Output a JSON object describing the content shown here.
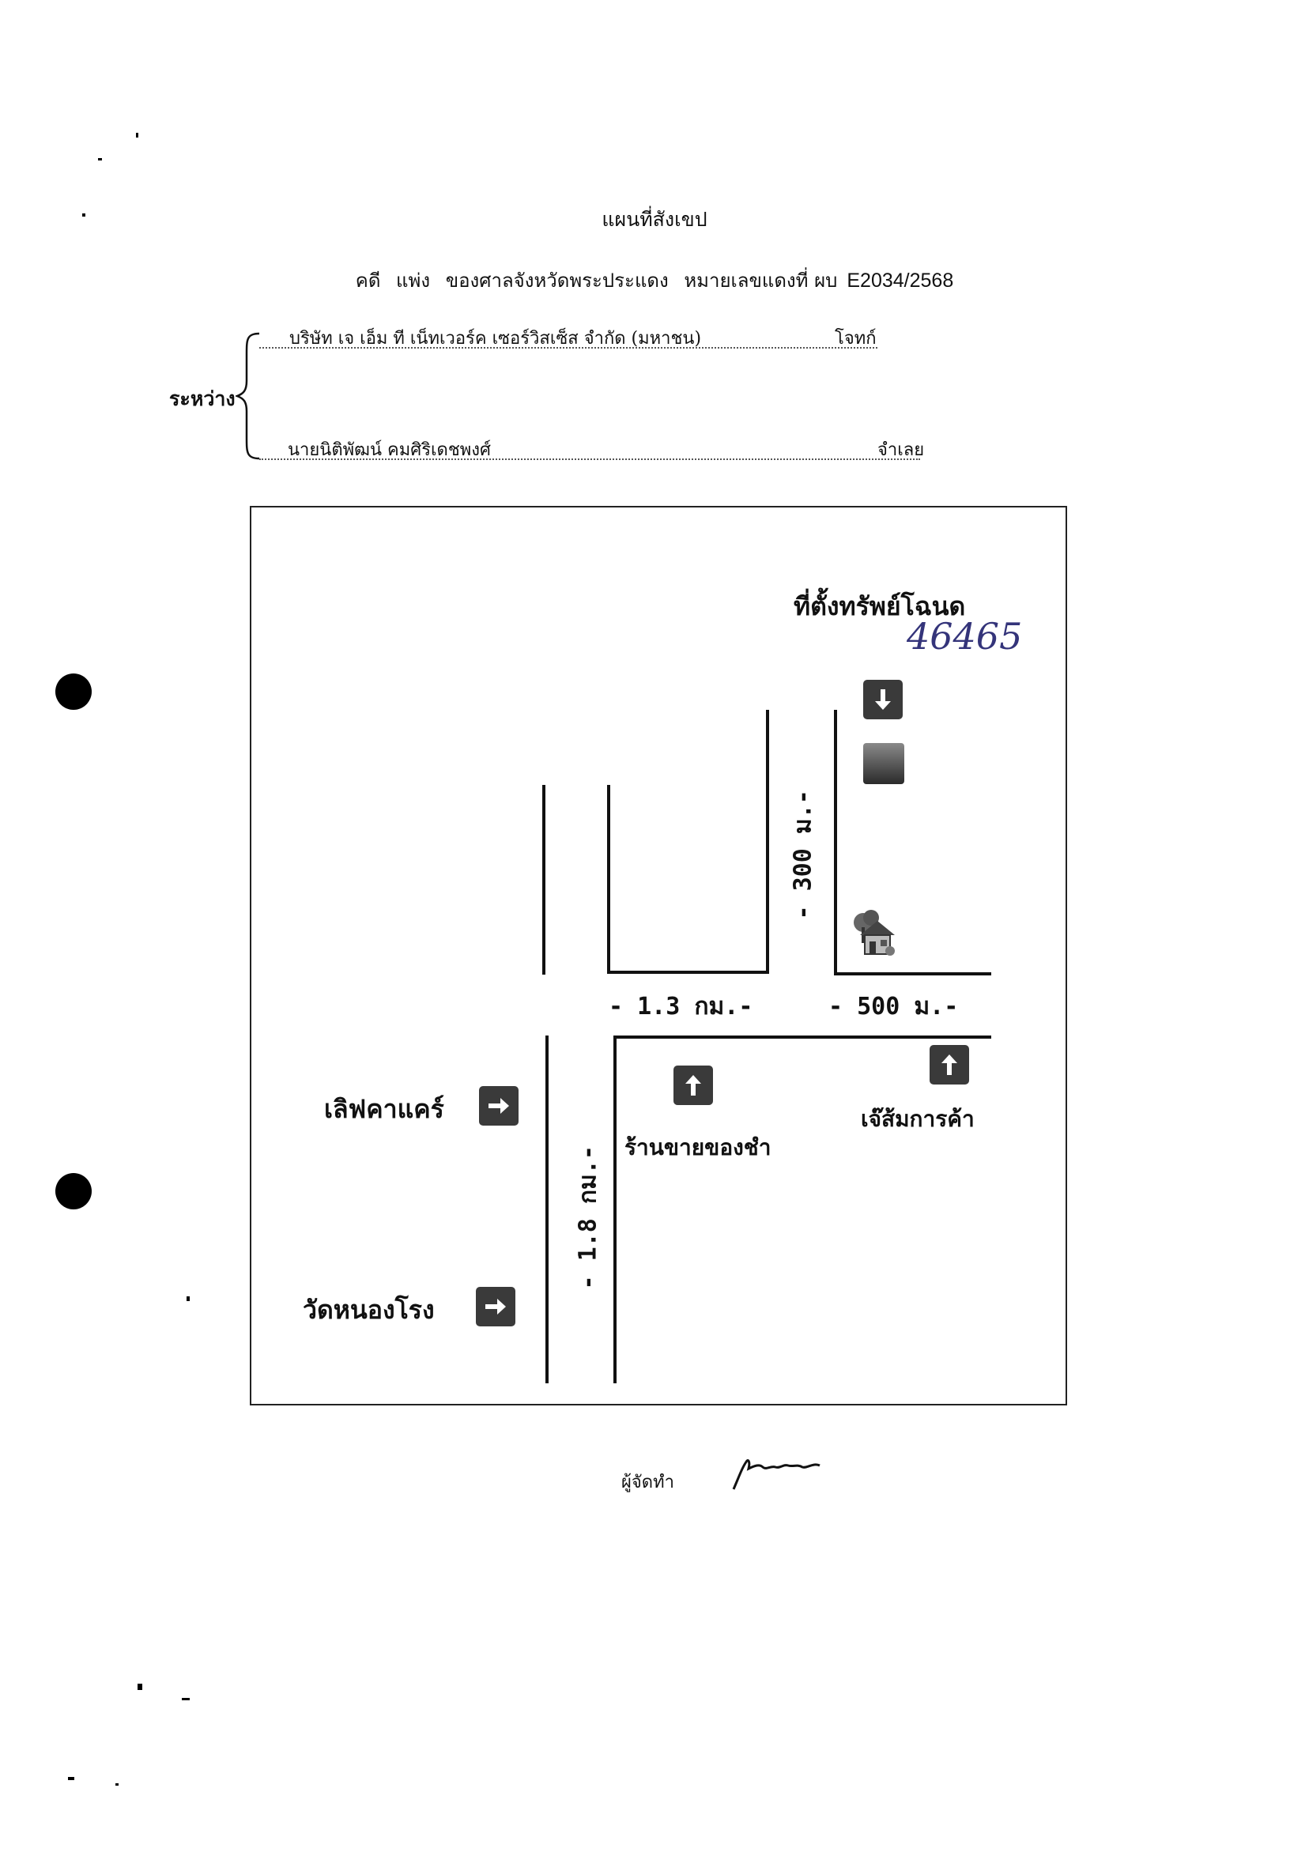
{
  "header": {
    "title": "แผนที่สังเขป",
    "case_type": "คดี",
    "case_kind": "แพ่ง",
    "court": "ของศาลจังหวัดพระประแดง",
    "red_no_label": "หมายเลขแดงที่ ผบ",
    "red_no": "E2034/2568"
  },
  "parties": {
    "between_label": "ระหว่าง",
    "plaintiff_name": "บริษัท เจ เอ็ม ที เน็ทเวอร์ค เซอร์วิสเซ็ส จำกัด (มหาชน)",
    "plaintiff_role": "โจทก์",
    "defendant_name": "นายนิติพัฒน์ คมศิริเดชพงศ์",
    "defendant_role": "จำเลย"
  },
  "map": {
    "property_label": "ที่ตั้งทรัพย์โฉนด",
    "deed_number_handwritten": "46465",
    "distances": {
      "d_300": "- 300 ม.-",
      "d_1_3": "- 1.3 กม.-",
      "d_500": "- 500 ม.-",
      "d_1_8": "- 1.8 กม.-"
    },
    "landmarks": {
      "lifecare": "เลิฟคาแคร์",
      "wat": "วัดหนองโรง",
      "grocery": "ร้านขายของชำ",
      "jesom": "เจ๊ส้มการค้า"
    },
    "icons": [
      "arrow-down-icon",
      "gray-square-icon",
      "house-icon",
      "arrow-up-icon",
      "arrow-right-icon"
    ]
  },
  "footer": {
    "prepared_by_label": "ผู้จัดทำ"
  },
  "colors": {
    "ink": "#111111",
    "handwriting": "#34347a",
    "icon_box": "#3a3a3a"
  }
}
